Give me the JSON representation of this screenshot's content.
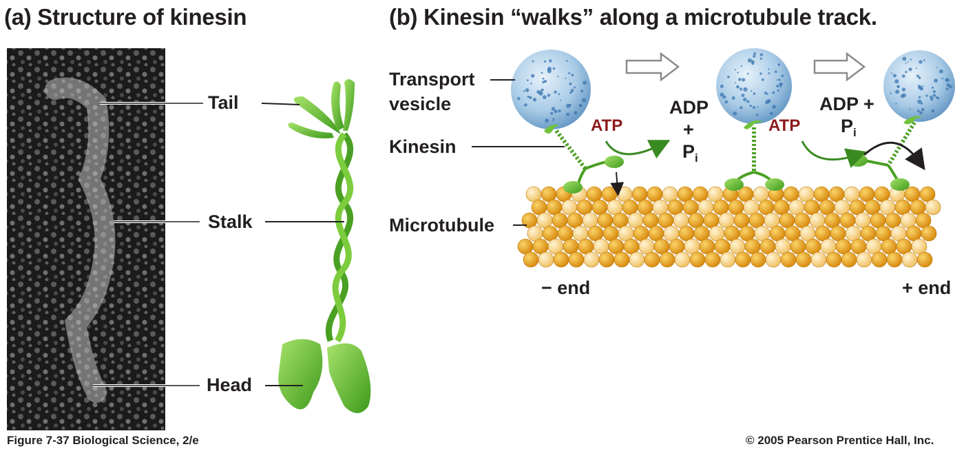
{
  "panel_a": {
    "title": "(a) Structure of kinesin",
    "labels": {
      "tail": "Tail",
      "stalk": "Stalk",
      "head": "Head"
    }
  },
  "panel_b": {
    "title": "(b) Kinesin “walks” along a microtubule track.",
    "labels": {
      "vesicle_line1": "Transport",
      "vesicle_line2": "vesicle",
      "kinesin": "Kinesin",
      "microtubule": "Microtubule",
      "minus_end": "− end",
      "plus_end": "+ end",
      "atp_1": "ATP",
      "atp_2": "ATP",
      "adp_1_a": "ADP",
      "adp_1_b": "+",
      "adp_1_p": "P",
      "adp_1_sub": "i",
      "adp_2_a": "ADP +",
      "adp_2_p": "P",
      "adp_2_sub": "i"
    }
  },
  "footer": {
    "figure": "Figure 7-37   Biological Science, 2/e",
    "copyright": "© 2005 Pearson Prentice Hall, Inc."
  },
  "colors": {
    "kinesin_green": "#5cb82c",
    "vesicle_blue": "#a9cbe6",
    "microtubule_dark": "#e0960f",
    "microtubule_light": "#f7d27a",
    "atp_red": "#8b1a1a"
  }
}
